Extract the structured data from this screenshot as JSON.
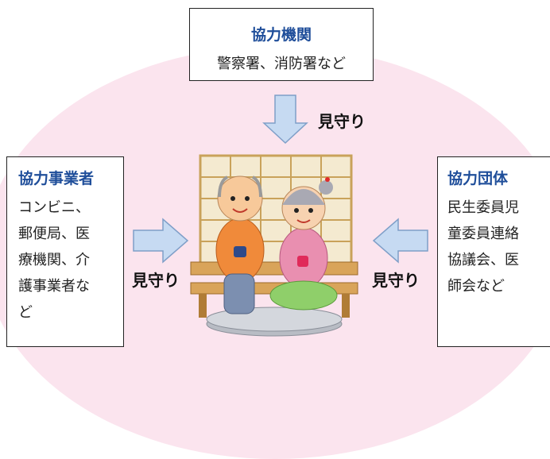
{
  "top_box": {
    "title": "協力機関",
    "body": "警察署、消防署など"
  },
  "left_box": {
    "title": "協力事業者",
    "lines": [
      "コンビニ、",
      "郵便局、医",
      "療機関、介",
      "護事業者な",
      "ど"
    ]
  },
  "right_box": {
    "title": "協力団体",
    "lines": [
      "民生委員児",
      "童委員連絡",
      "協議会、医",
      "師会など"
    ]
  },
  "arrow_labels": {
    "top": "見守り",
    "left": "見守り",
    "right": "見守り"
  },
  "colors": {
    "title": "#1f4e9a",
    "arrow_fill": "#c6daf2",
    "arrow_stroke": "#7f9fc8",
    "background_oval": "#fbe4ee"
  },
  "illustration": "elderly-couple-on-bench"
}
